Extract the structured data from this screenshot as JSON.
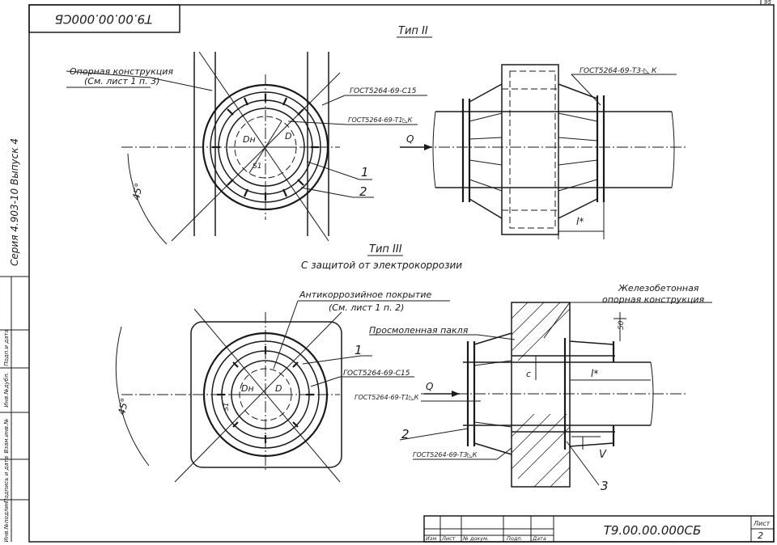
{
  "stamp": {
    "code_rotated": "Т9.00.00.000СБ",
    "sheet_no_corner": "95"
  },
  "side": {
    "series": "Серия 4.903-10 Выпуск 4",
    "cells": [
      "Инв.№подлин.",
      "Подпись и дата",
      "Взам.инв.№",
      "Инв.№дубл.",
      "Подп.и дата"
    ]
  },
  "type2": {
    "title": "Тип II",
    "support_label_1": "Опорная конструкция",
    "support_label_2": "(См. лист 1 п. 3)",
    "weld_c15": "ГОСТ5264-69-С15",
    "weld_t1": "ГОСТ5264-69-Т1◺К",
    "weld_t3": "ГОСТ5264-69-Т3-◺ К",
    "dn": "Dн",
    "d": "D",
    "s1": "S1",
    "angle": "45°",
    "q": "Q",
    "l": "l*",
    "callout_1": "1",
    "callout_2": "2"
  },
  "type3": {
    "title": "Тип III",
    "subtitle": "С защитой от электрокоррозии",
    "coating_1": "Антикоррозийное покрытие",
    "coating_2": "(См. лист 1 п. 2)",
    "oakum": "Просмоленная пакля",
    "concrete_1": "Железобетонная",
    "concrete_2": "опорная конструкция",
    "weld_c15": "ГОСТ5264-69-С15",
    "weld_t1": "ГОСТ5264-69-Т1◺К",
    "weld_t3": "ГОСТ5264-69-Т3◺К",
    "dn": "Dн",
    "d": "D",
    "s1": "S1",
    "angle": "45°",
    "q": "Q",
    "l": "l*",
    "c": "c",
    "dim_50": "50",
    "view": "V",
    "callout_1": "1",
    "callout_2": "2",
    "callout_3": "3"
  },
  "title_block": {
    "headers": [
      "Изм",
      "Лист",
      "№ докум.",
      "Подп.",
      "Дата"
    ],
    "code": "Т9.00.00.000СБ",
    "sheet_label": "Лист",
    "sheet_no": "2"
  }
}
